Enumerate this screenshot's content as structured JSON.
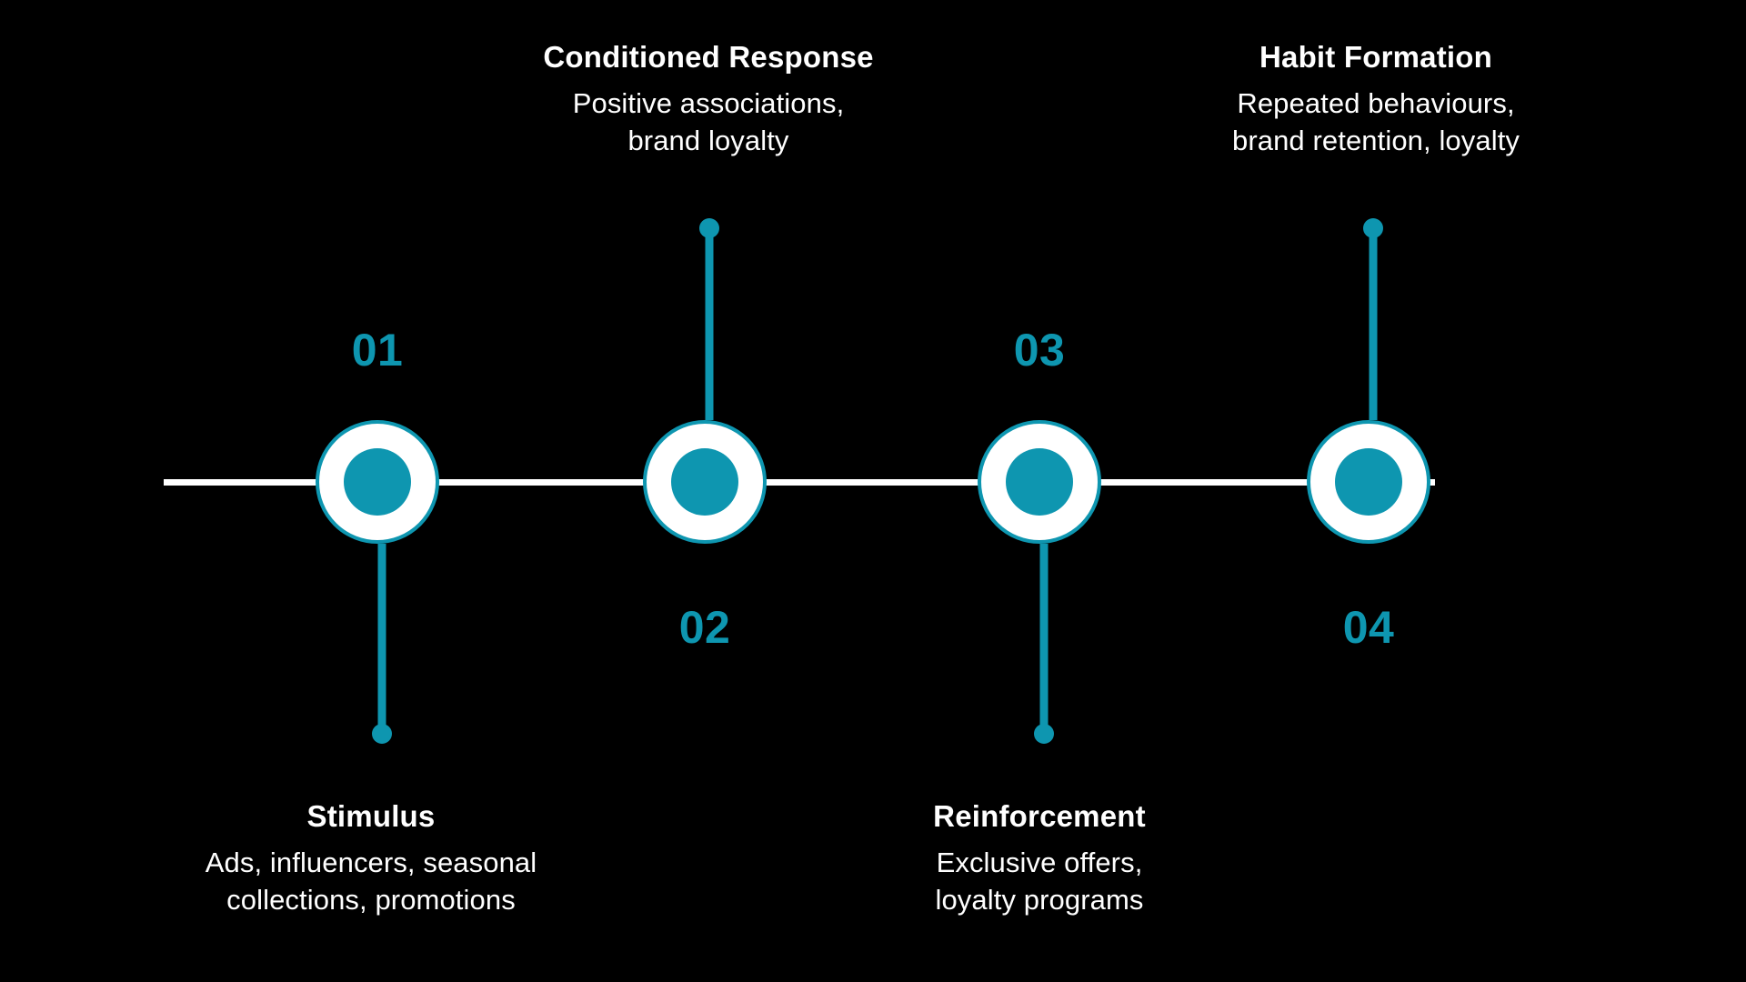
{
  "theme": {
    "background": "#000000",
    "accent": "#0e96b0",
    "text": "#ffffff"
  },
  "diagram": {
    "type": "horizontal-timeline",
    "orientation": "horizontal",
    "node_count": 4,
    "axis_color": "#ffffff"
  },
  "steps": [
    {
      "number": "01",
      "title": "Stimulus",
      "desc_lines": [
        "Ads, influencers, seasonal",
        "collections, promotions"
      ],
      "side": "below",
      "number_side": "above"
    },
    {
      "number": "02",
      "title": "Conditioned Response",
      "desc_lines": [
        "Positive associations,",
        "brand loyalty"
      ],
      "side": "above",
      "number_side": "below"
    },
    {
      "number": "03",
      "title": "Reinforcement",
      "desc_lines": [
        "Exclusive offers,",
        "loyalty programs"
      ],
      "side": "below",
      "number_side": "above"
    },
    {
      "number": "04",
      "title": "Habit Formation",
      "desc_lines": [
        "Repeated behaviours,",
        "brand retention, loyalty"
      ],
      "side": "above",
      "number_side": "below"
    }
  ]
}
